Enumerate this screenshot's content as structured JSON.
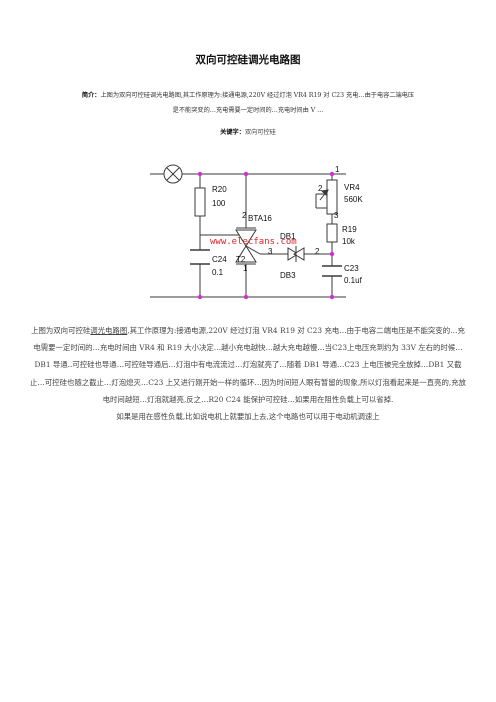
{
  "page": {
    "title": "双向可控硅调光电路图",
    "intro": {
      "label": "简介：",
      "line1": "上图为双向可控硅调光电路图,其工作原理为:接通电源,220V 经过灯泡 VR4 R19 对 C23 充电…由于电容二端电压",
      "line2": "是不能突变的…充电需要一定时间的…充电时间由 V …"
    },
    "keywords": {
      "label": "关键字：",
      "text": "双向可控硅"
    }
  },
  "circuit": {
    "components": {
      "r20": {
        "name": "R20",
        "value": "100"
      },
      "c24": {
        "name": "C24",
        "value": "0.1"
      },
      "triac": {
        "name": "BTA16",
        "ref": "T2",
        "pin1": "1",
        "pin2": "2"
      },
      "db1": {
        "name": "DB1",
        "pin3": "3",
        "pin2": "2"
      },
      "db3": {
        "name": "DB3"
      },
      "vr4": {
        "name": "VR4",
        "value": "560K",
        "pin1": "1",
        "pin2": "2",
        "pin3": "3"
      },
      "r19": {
        "name": "R19",
        "value": "10k"
      },
      "c23": {
        "name": "C23",
        "value": "0.1uf"
      }
    },
    "watermark": "www.elecfans.com",
    "colors": {
      "wire": "#3a3a3a",
      "node": "#cc33cc",
      "watermark": "#dd2222"
    }
  },
  "article": {
    "p1_pre": "上图为双向可控硅",
    "p1_link": "调光电路图",
    "p1_post": ",其工作原理为:接通电源,220V 经过灯泡 VR4 R19 对 C23 充电…由于电容二端电压是不能突变的…充电需要一定时间的…充电时间由 VR4 和 R19 大小决定…越小充电越快…越大充电越慢…当C23上电压充到约为 33V 左右的时候…DB1 导通..可控硅也导通…可控硅导通后…灯泡中有电流流过…灯泡就亮了…随着 DB1 导通…C23 上电压被完全放掉…DB1 又截止…可控硅也随之截止…灯泡熄灭…C23 上又进行刚开始一样的循环…因为时间短人眼有暂留的现象,所以灯泡看起来是一直亮的,充放电时间越短…灯泡就越亮,反之…R20 C24 能保护可控硅…如果用在阻性负载上可以省掉.",
    "p2": "如果是用在感性负载,比如说电机上就要加上去,这个电路也可以用于电动机调速上"
  }
}
